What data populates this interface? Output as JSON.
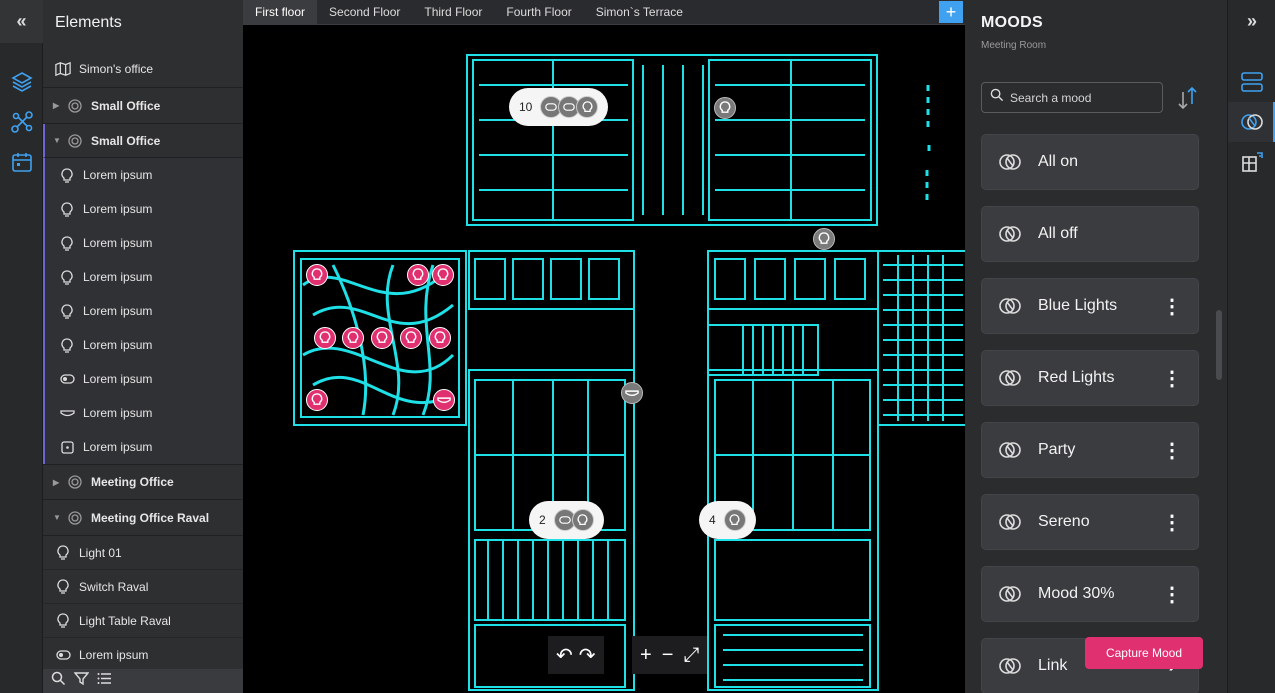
{
  "left_rail": {
    "collapse_label": "«",
    "icons": [
      "layers-icon",
      "graph-icon",
      "calendar-icon"
    ]
  },
  "elements": {
    "title": "Elements",
    "building": "Simon's office",
    "items": [
      {
        "label": "Small Office"
      },
      {
        "label": "Small Office"
      },
      {
        "label": "Lorem ipsum"
      },
      {
        "label": "Lorem ipsum"
      },
      {
        "label": "Lorem ipsum"
      },
      {
        "label": "Lorem ipsum"
      },
      {
        "label": "Lorem ipsum"
      },
      {
        "label": "Lorem ipsum"
      },
      {
        "label": "Lorem ipsum"
      },
      {
        "label": "Lorem ipsum"
      },
      {
        "label": "Lorem ipsum"
      },
      {
        "label": "Meeting Office"
      },
      {
        "label": "Meeting Office Raval"
      },
      {
        "label": "Light 01"
      },
      {
        "label": "Switch Raval"
      },
      {
        "label": "Light Table Raval"
      },
      {
        "label": "Lorem ipsum"
      }
    ]
  },
  "tabs": [
    "First floor",
    "Second Floor",
    "Third Floor",
    "Fourth Floor",
    "Simon`s Terrace"
  ],
  "tab_add": "+",
  "clusters": {
    "top": "10",
    "bottom_left": "2",
    "bottom_right": "4"
  },
  "map_tools": {
    "undo": "↶",
    "redo": "↷",
    "zoom_in": "+",
    "zoom_out": "−",
    "fit": "⤢"
  },
  "moods": {
    "title": "MOODS",
    "subtitle": "Meeting Room",
    "search_placeholder": "Search a mood",
    "list": [
      {
        "label": "All on"
      },
      {
        "label": "All off"
      },
      {
        "label": "Blue Lights"
      },
      {
        "label": "Red Lights"
      },
      {
        "label": "Party"
      },
      {
        "label": "Sereno"
      },
      {
        "label": "Mood 30%"
      },
      {
        "label": "Link"
      }
    ],
    "more_glyph": "⋮",
    "link_glyph": "›",
    "capture_label": "Capture Mood"
  },
  "right_rail": {
    "expand_label": "»"
  },
  "colors": {
    "accent": "#3fa1f0",
    "pin": "#e0306f",
    "plan": "#1ee0e6",
    "purple": "#6f63d8"
  }
}
